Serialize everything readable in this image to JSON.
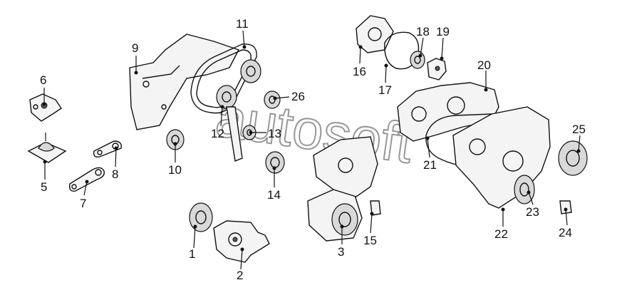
{
  "callouts": [
    {
      "id": "1",
      "text": "1"
    },
    {
      "id": "2",
      "text": "2"
    },
    {
      "id": "3",
      "text": "3"
    },
    {
      "id": "5",
      "text": "5"
    },
    {
      "id": "6",
      "text": "6"
    },
    {
      "id": "7",
      "text": "7"
    },
    {
      "id": "8",
      "text": "8"
    },
    {
      "id": "9",
      "text": "9"
    },
    {
      "id": "10",
      "text": "10"
    },
    {
      "id": "11",
      "text": "11"
    },
    {
      "id": "12",
      "text": "12"
    },
    {
      "id": "13",
      "text": "13"
    },
    {
      "id": "14",
      "text": "14"
    },
    {
      "id": "15",
      "text": "15"
    },
    {
      "id": "16",
      "text": "16"
    },
    {
      "id": "17",
      "text": "17"
    },
    {
      "id": "18",
      "text": "18"
    },
    {
      "id": "19",
      "text": "19"
    },
    {
      "id": "20",
      "text": "20"
    },
    {
      "id": "21",
      "text": "21"
    },
    {
      "id": "22",
      "text": "22"
    },
    {
      "id": "23",
      "text": "23"
    },
    {
      "id": "24",
      "text": "24"
    },
    {
      "id": "25",
      "text": "25"
    },
    {
      "id": "26",
      "text": "26"
    }
  ],
  "watermark": "autosoft"
}
